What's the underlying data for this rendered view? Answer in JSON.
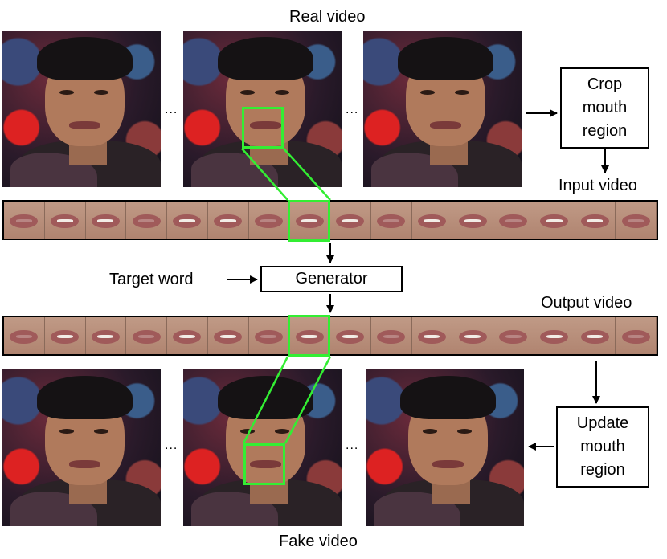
{
  "real_video_label": "Real video",
  "fake_video_label": "Fake video",
  "input_video_label": "Input video",
  "output_video_label": "Output video",
  "target_word_label": "Target word",
  "generator_label": "Generator",
  "crop_box": [
    "Crop",
    "mouth",
    "region"
  ],
  "update_box": [
    "Update",
    "mouth",
    "region"
  ],
  "ellipsis": "...",
  "highlight_color": "#33ee33",
  "strip_frames": 16
}
